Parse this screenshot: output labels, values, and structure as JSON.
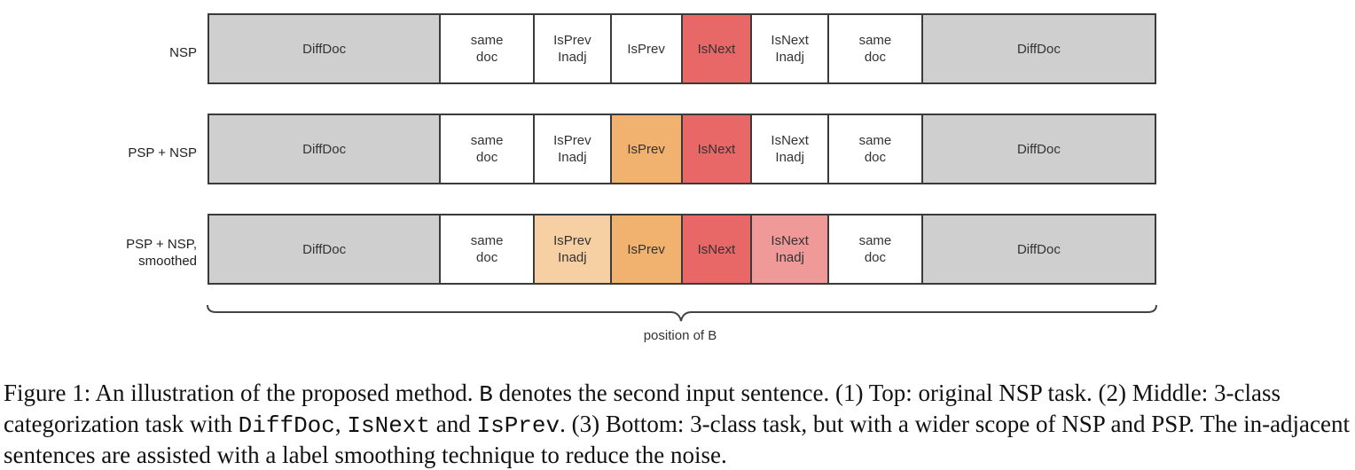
{
  "rows": [
    {
      "label": "NSP",
      "cells": [
        {
          "text": "DiffDoc",
          "color": "#cfcfcf"
        },
        {
          "text": "same\ndoc",
          "color": "#ffffff"
        },
        {
          "text": "IsPrev\nInadj",
          "color": "#ffffff"
        },
        {
          "text": "IsPrev",
          "color": "#ffffff"
        },
        {
          "text": "IsNext",
          "color": "#e86767"
        },
        {
          "text": "IsNext\nInadj",
          "color": "#ffffff"
        },
        {
          "text": "same\ndoc",
          "color": "#ffffff"
        },
        {
          "text": "DiffDoc",
          "color": "#cfcfcf"
        }
      ]
    },
    {
      "label": "PSP + NSP",
      "cells": [
        {
          "text": "DiffDoc",
          "color": "#cfcfcf"
        },
        {
          "text": "same\ndoc",
          "color": "#ffffff"
        },
        {
          "text": "IsPrev\nInadj",
          "color": "#ffffff"
        },
        {
          "text": "IsPrev",
          "color": "#f2b26f"
        },
        {
          "text": "IsNext",
          "color": "#e86767"
        },
        {
          "text": "IsNext\nInadj",
          "color": "#ffffff"
        },
        {
          "text": "same\ndoc",
          "color": "#ffffff"
        },
        {
          "text": "DiffDoc",
          "color": "#cfcfcf"
        }
      ]
    },
    {
      "label": "PSP + NSP,\nsmoothed",
      "cells": [
        {
          "text": "DiffDoc",
          "color": "#cfcfcf"
        },
        {
          "text": "same\ndoc",
          "color": "#ffffff"
        },
        {
          "text": "IsPrev\nInadj",
          "color": "#f6cfa3"
        },
        {
          "text": "IsPrev",
          "color": "#f2b26f"
        },
        {
          "text": "IsNext",
          "color": "#e86767"
        },
        {
          "text": "IsNext\nInadj",
          "color": "#f09999"
        },
        {
          "text": "same\ndoc",
          "color": "#ffffff"
        },
        {
          "text": "DiffDoc",
          "color": "#cfcfcf"
        }
      ]
    }
  ],
  "brace_label": "position of B",
  "caption": {
    "part1": "Figure 1: An illustration of the proposed method. ",
    "code_b": "B",
    "part2": " denotes the second input sentence. (1) Top: original NSP task. (2) Middle: 3-class categorization task with ",
    "code_diffdoc": "DiffDoc",
    "part3": ", ",
    "code_isnext": "IsNext",
    "part4": " and ",
    "code_isprev": "IsPrev",
    "part5": ". (3) Bottom: 3-class task, but with a wider scope of NSP and PSP. The in-adjacent sentences are assisted with a label smoothing technique to reduce the noise."
  }
}
